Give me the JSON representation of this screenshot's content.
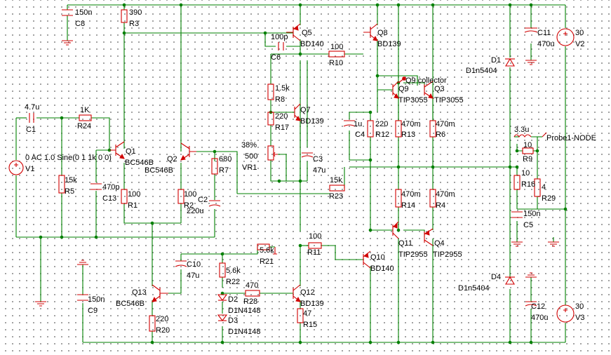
{
  "labels": {
    "C8_val": "150n",
    "C8": "C8",
    "R3_val": "390",
    "R3": "R3",
    "Q5": "Q5",
    "Q5_type": "BD140",
    "C6_val": "100p",
    "C6": "C6",
    "Q8": "Q8",
    "Q8_type": "BD139",
    "R10_val": "100",
    "R10": "R10",
    "C11": "C11",
    "C11_val": "470u",
    "V2_val": "30",
    "V2": "V2",
    "D1": "D1",
    "D1_type": "D1n5404",
    "Q9_collector": "Q9 collector",
    "R8_val": "1.5k",
    "R8": "R8",
    "Q9": "Q9",
    "Q9_type": "TIP3055",
    "Q3": "Q3",
    "Q3_type": "TIP3055",
    "C1_val": "4.7u",
    "C1": "C1",
    "R24_val": "1K",
    "R24": "R24",
    "R17_val": "220",
    "R17": "R17",
    "Q7": "Q7",
    "Q7_type": "BD139",
    "C4_val": "1u",
    "C4": "C4",
    "R12_val": "220",
    "R12": "R12",
    "R13_val": "470m",
    "R13": "R13",
    "R6_val": "470m",
    "R6": "R6",
    "L_val": "3.3u",
    "probe": "Probe1-NODE",
    "V1_src": "0 AC 1.0 Sine(0 1 1k 0 0)",
    "V1": "V1",
    "Q1": "Q1",
    "Q1_type": "BC546B",
    "Q2": "Q2",
    "Q2_type": "BC546B",
    "R7_val": "680",
    "R7": "R7",
    "VR1_pct": "38%",
    "VR1_val": "500",
    "VR1": "VR1",
    "C3": "C3",
    "C3_val": "47u",
    "R9_val": "10",
    "R9": "R9",
    "R16_val": "10",
    "R16": "R16",
    "R29_val": "4",
    "R29": "R29",
    "R5_val": "15k",
    "R5": "R5",
    "C13_val": "470p",
    "C13": "C13",
    "R1_val": "100",
    "R1": "R1",
    "R2_val": "100",
    "R2": "R2",
    "C2": "C2",
    "C2_val": "220u",
    "R23_val": "15k",
    "R23": "R23",
    "R14_val": "470m",
    "R14": "R14",
    "R4_val": "470m",
    "R4": "R4",
    "C5_val": "150n",
    "C5": "C5",
    "R11_val": "100",
    "R11": "R11",
    "R21_val": "5.6k",
    "R21": "R21",
    "Q11": "Q11",
    "Q11_type": "TIP2955",
    "Q4": "Q4",
    "Q4_type": "TIP2955",
    "C10": "C10",
    "C10_val": "47u",
    "R22_val": "5.6k",
    "R22": "R22",
    "Q10": "Q10",
    "Q10_type": "BD140",
    "D4": "D4",
    "D4_type": "D1n5404",
    "R28_val": "470",
    "R28": "R28",
    "Q12": "Q12",
    "Q12_type": "BD139",
    "Q13": "Q13",
    "Q13_type": "BC546B",
    "C9_val": "150n",
    "C9": "C9",
    "D2": "D2",
    "D2_type": "D1N4148",
    "D3": "D3",
    "D3_type": "D1N4148",
    "R20_val": "220",
    "R20": "R20",
    "R15_val": "47",
    "R15": "R15",
    "C12": "C12",
    "C12_val": "470u",
    "V3_val": "30",
    "V3": "V3"
  },
  "colors": {
    "wire": "#008000",
    "component": "#d00000",
    "text": "#000000",
    "grid": "#8a8a8a"
  }
}
